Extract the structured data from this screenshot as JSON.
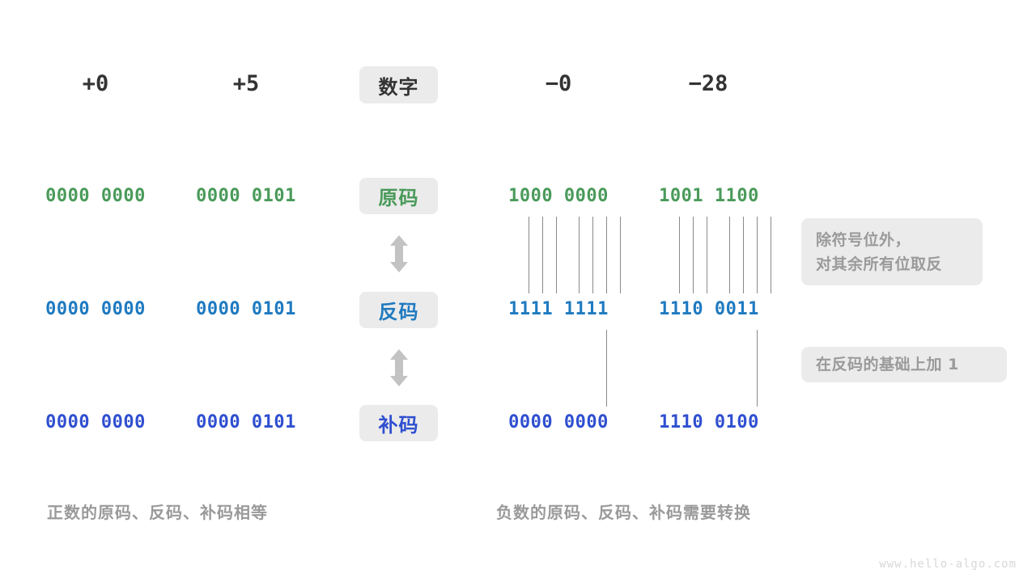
{
  "page": {
    "watermark": "www.hello-algo.com"
  },
  "header": {
    "badge_label": "数字",
    "left_values": [
      "+0",
      "+5"
    ],
    "right_values": [
      "−0",
      "−28"
    ]
  },
  "rows": [
    {
      "badge_label": "原码",
      "color": "#4a9a5a",
      "left_bits": [
        "0000 0000",
        "0000 0101"
      ],
      "right_bits": [
        "1000 0000",
        "1001 1100"
      ]
    },
    {
      "badge_label": "反码",
      "color": "#1f7ac0",
      "left_bits": [
        "0000 0000",
        "0000 0101"
      ],
      "right_bits": [
        "1111 1111",
        "1110 0011"
      ]
    },
    {
      "badge_label": "补码",
      "color": "#2f4fd0",
      "left_bits": [
        "0000 0000",
        "0000 0101"
      ],
      "right_bits": [
        "0000 0000",
        "1110 0100"
      ]
    }
  ],
  "notes": [
    {
      "lines": [
        "除符号位外，",
        "对其余所有位取反"
      ]
    },
    {
      "lines": [
        "在反码的基础上加  1"
      ]
    }
  ],
  "captions": {
    "left": "正数的原码、反码、补码相等",
    "right": "负数的原码、反码、补码需要转换"
  },
  "icons": {
    "arrow_up_down": "double-arrow-vertical"
  }
}
